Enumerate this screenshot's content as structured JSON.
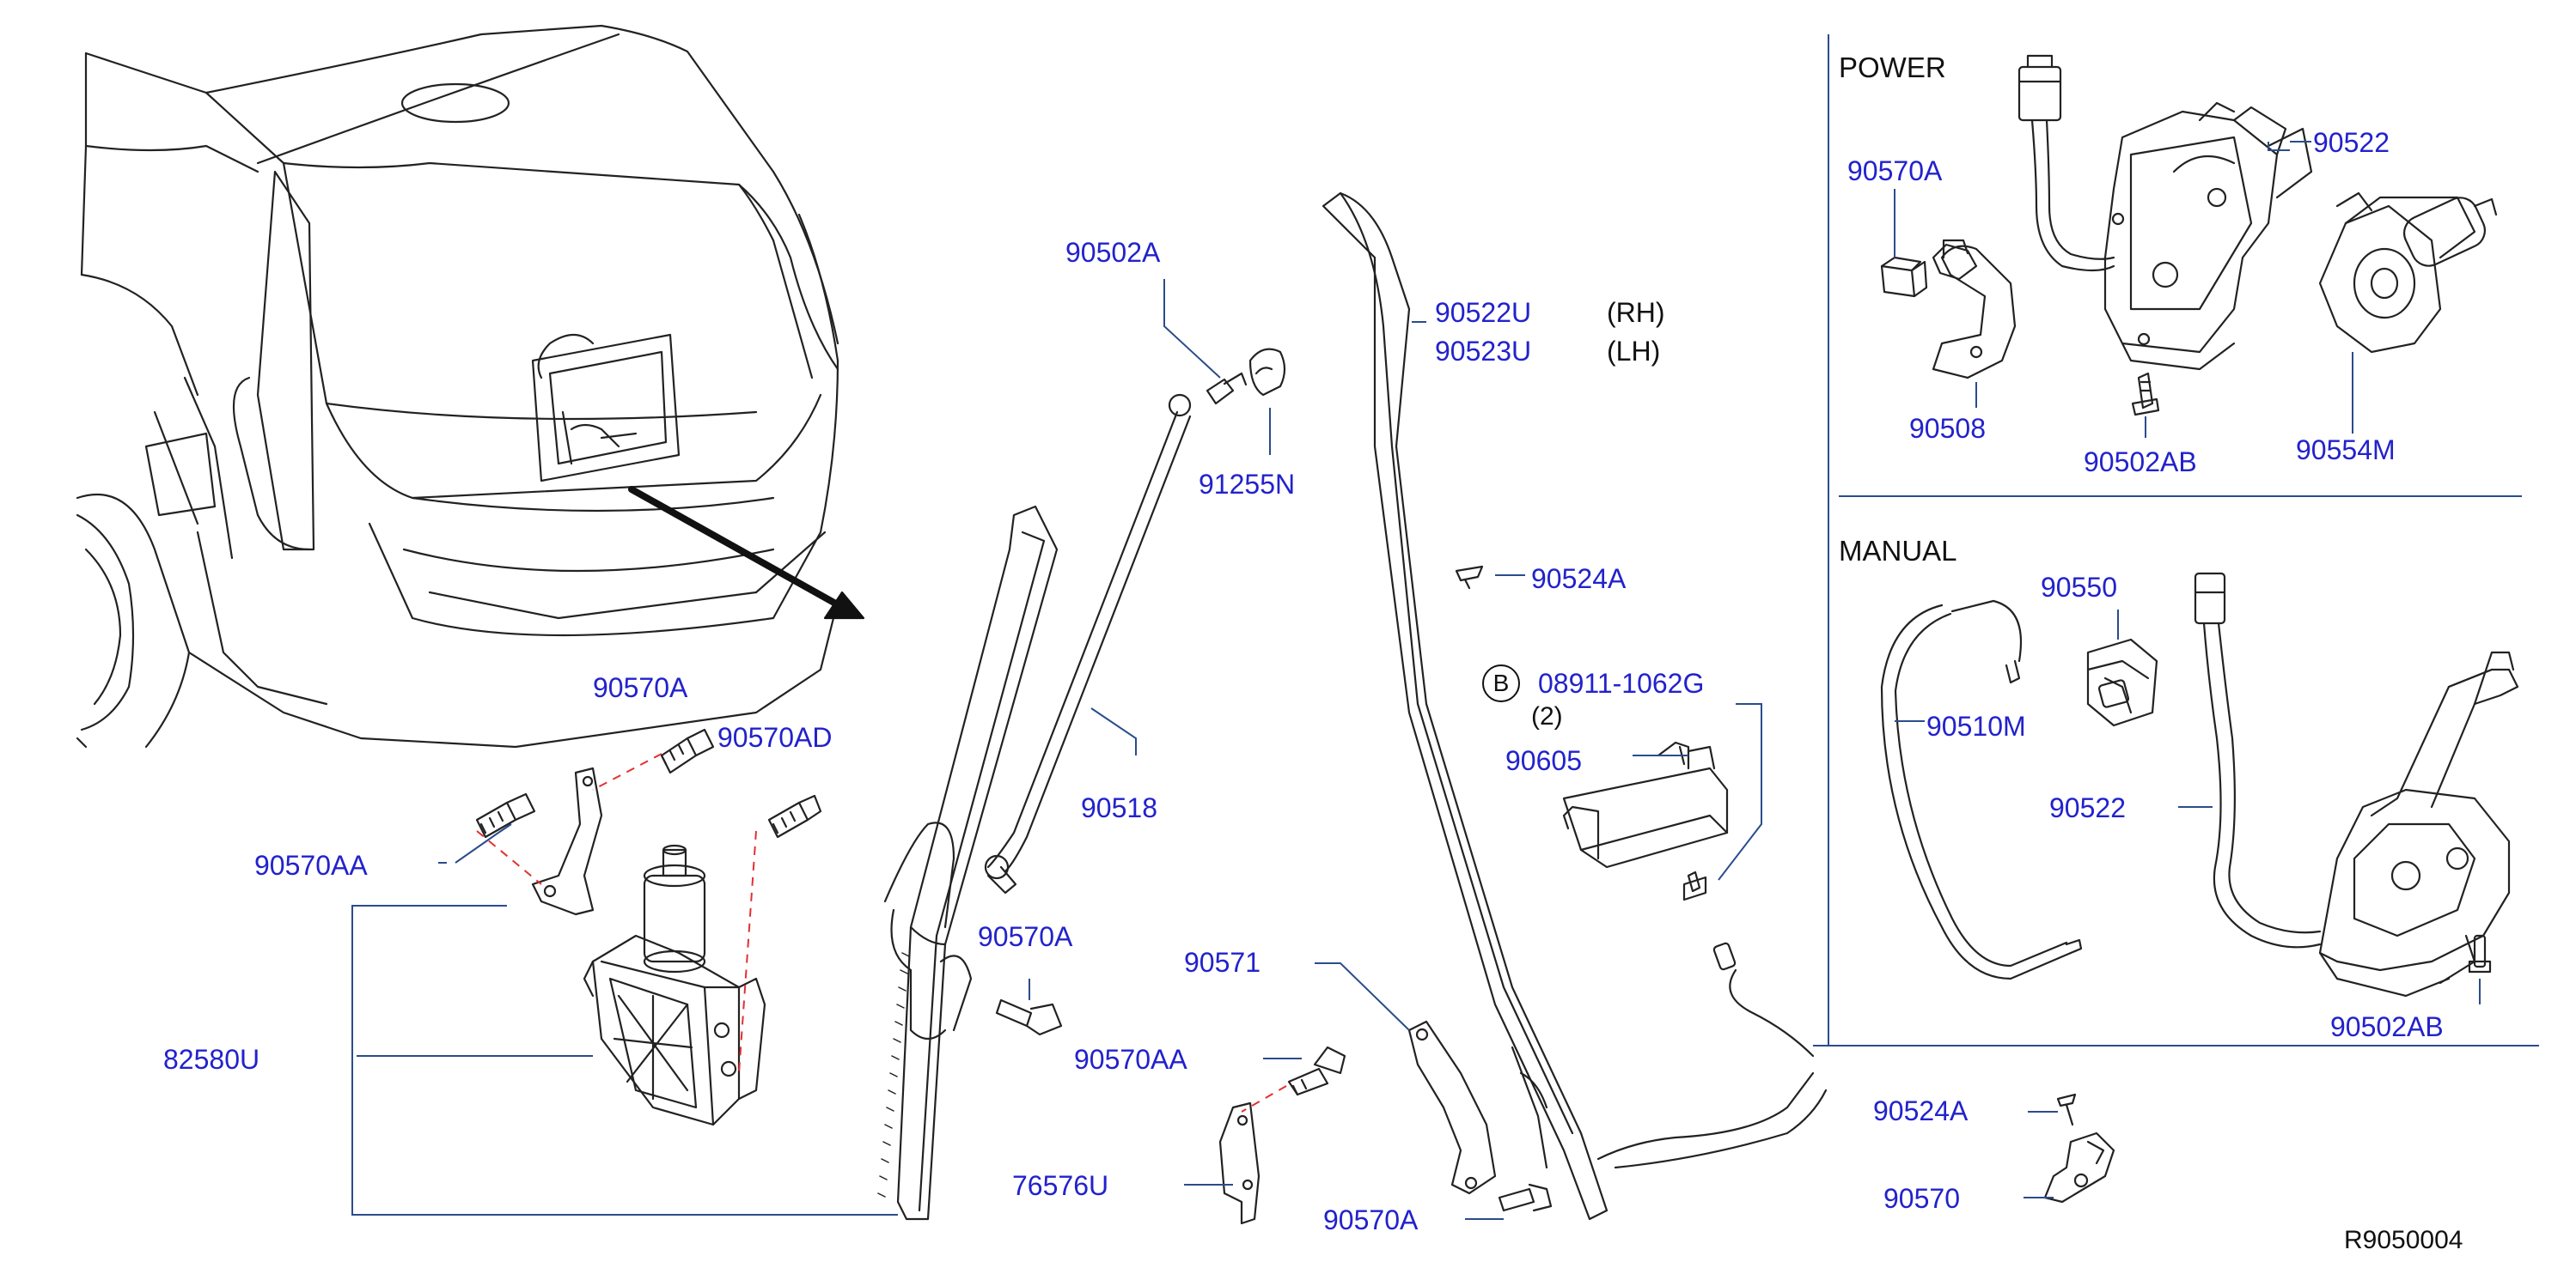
{
  "sections": {
    "power": "POWER",
    "manual": "MANUAL"
  },
  "diagram_code": "R9050004",
  "badge_letter": "B",
  "labels": {
    "p90502A": "90502A",
    "p91255N": "91255N",
    "p90518": "90518",
    "p90522U": "90522U",
    "p90522U_side": "(RH)",
    "p90523U": "90523U",
    "p90523U_side": "(LH)",
    "p90524A_top": "90524A",
    "p08911": "08911-1062G",
    "p08911_qty": "(2)",
    "p90605": "90605",
    "p90570A_left": "90570A",
    "p90570AD": "90570AD",
    "p90570AA_left": "90570AA",
    "p82580U": "82580U",
    "p90570A_mid": "90570A",
    "p90571": "90571",
    "p90570AA_mid": "90570AA",
    "p76576U": "76576U",
    "p90570A_bottom": "90570A",
    "p90570A_power": "90570A",
    "p90522_power": "90522",
    "p90508": "90508",
    "p90502AB_power": "90502AB",
    "p90554M": "90554M",
    "p90550": "90550",
    "p90510M": "90510M",
    "p90522_manual": "90522",
    "p90502AB_manual": "90502AB",
    "p90524A_bottom": "90524A",
    "p90570": "90570"
  },
  "colors": {
    "label_text": "#2222cc",
    "line_art": "#222222",
    "leader": "#2a4c8c",
    "dashed_guide": "#e23030"
  }
}
